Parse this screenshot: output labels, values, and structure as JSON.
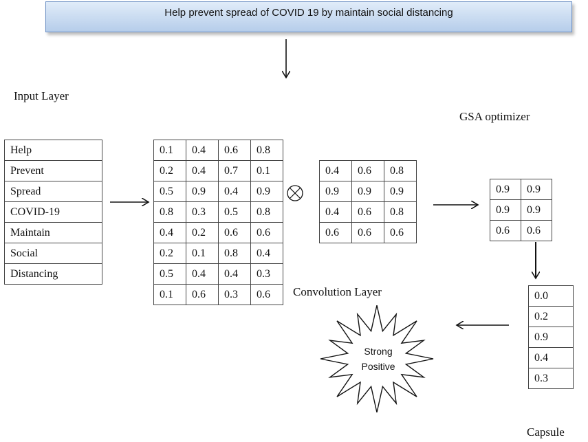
{
  "banner": {
    "text": "Help prevent spread of COVID 19 by maintain social distancing"
  },
  "labels": {
    "input_layer": "Input Layer",
    "gsa_optimizer": "GSA optimizer",
    "convolution_layer": "Convolution Layer",
    "capsule": "Capsule"
  },
  "input_words": [
    "Help",
    "Prevent",
    "Spread",
    "COVID-19",
    "Maintain",
    "Social",
    "Distancing"
  ],
  "embedding_matrix": [
    [
      "0.1",
      "0.4",
      "0.6",
      "0.8"
    ],
    [
      "0.2",
      "0.4",
      "0.7",
      "0.1"
    ],
    [
      "0.5",
      "0.9",
      "0.4",
      "0.9"
    ],
    [
      "0.8",
      "0.3",
      "0.5",
      "0.8"
    ],
    [
      "0.4",
      "0.2",
      "0.6",
      "0.6"
    ],
    [
      "0.2",
      "0.1",
      "0.8",
      "0.4"
    ],
    [
      "0.5",
      "0.4",
      "0.4",
      "0.3"
    ],
    [
      "0.1",
      "0.6",
      "0.3",
      "0.6"
    ]
  ],
  "kernel_matrix": [
    [
      "0.4",
      "0.6",
      "0.8"
    ],
    [
      "0.9",
      "0.9",
      "0.9"
    ],
    [
      "0.4",
      "0.6",
      "0.8"
    ],
    [
      "0.6",
      "0.6",
      "0.6"
    ]
  ],
  "gsa_matrix": [
    [
      "0.9",
      "0.9"
    ],
    [
      "0.9",
      "0.9"
    ],
    [
      "0.6",
      "0.6"
    ]
  ],
  "capsule_values": [
    "0.0",
    "0.2",
    "0.9",
    "0.4",
    "0.3"
  ],
  "output": {
    "line1": "Strong",
    "line2": "Positive"
  }
}
